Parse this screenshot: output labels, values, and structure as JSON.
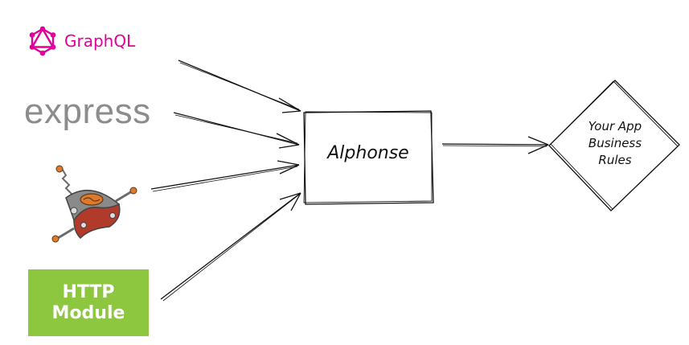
{
  "sources": {
    "graphql": {
      "label": "GraphQL",
      "icon": "graphql-logo-icon",
      "color": "#e10098"
    },
    "express": {
      "label": "express",
      "color": "#8c8c8c"
    },
    "robot": {
      "icon": "robot-mascot-icon"
    },
    "http_module": {
      "line1": "HTTP",
      "line2": "Module",
      "color": "#8cc73f"
    }
  },
  "core": {
    "label": "Alphonse"
  },
  "target": {
    "line1": "Your App",
    "line2": "Business",
    "line3": "Rules"
  },
  "colors": {
    "stroke": "#111111"
  }
}
